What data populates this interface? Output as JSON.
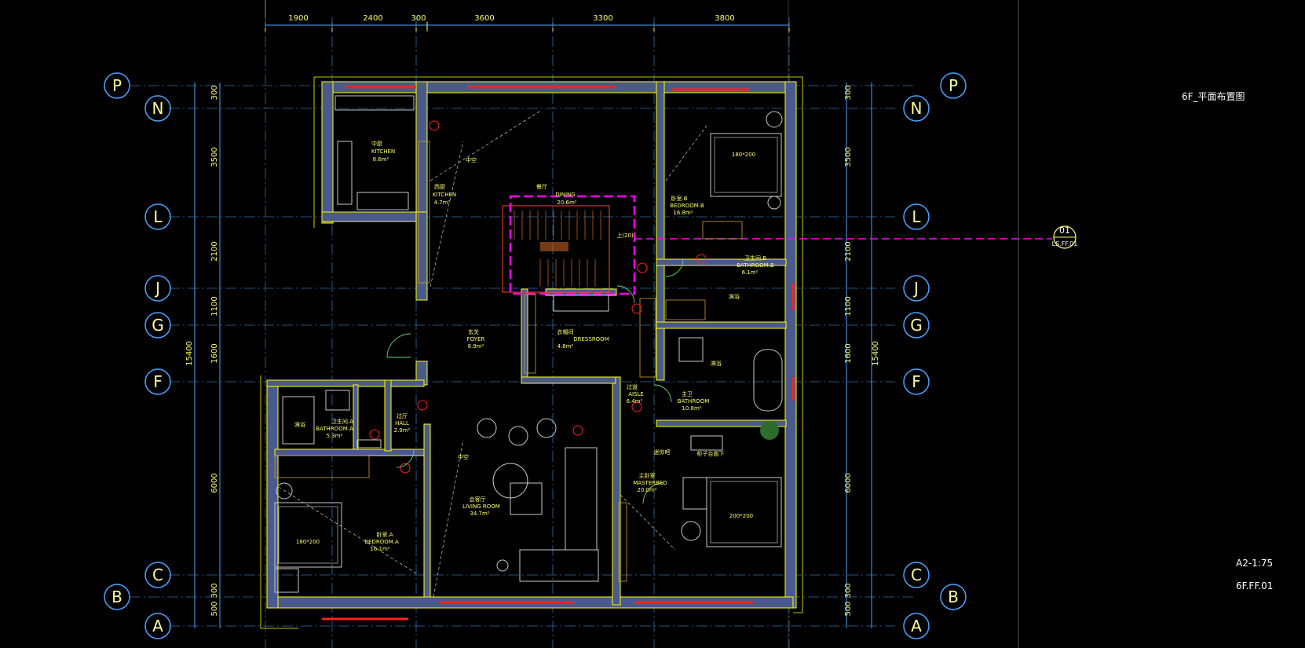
{
  "sheet": {
    "title": "6F_平面布置图",
    "scale": "A2-1:75",
    "drawing_no": "6F.FF.01"
  },
  "top_dims": [
    "1900",
    "2400",
    "300",
    "3600",
    "3300",
    "3800"
  ],
  "left_dims": [
    "300",
    "3500",
    "2100",
    "1100",
    "1600",
    "6000",
    "300",
    "500"
  ],
  "total_dim": "15400",
  "grid_left": [
    "P",
    "N",
    "L",
    "J",
    "G",
    "F",
    "C",
    "B",
    "A"
  ],
  "grid_right": [
    "P",
    "N",
    "L",
    "J",
    "G",
    "F",
    "C",
    "B",
    "A"
  ],
  "section_tag": {
    "num": "01",
    "ref": "LS.FF.01"
  },
  "rooms": {
    "kitchen_cn": "中厨",
    "kitchen_en": "KITCHEN",
    "kitchen_area": "8.6m²",
    "kitchen2_cn": "西厨",
    "kitchen2_en": "KITCHEN",
    "kitchen2_area": "4.7m²",
    "void1": "中空",
    "dining_cn": "餐厅",
    "dining_en": "DINING",
    "dining_area": "20.6m²",
    "bedB_cn": "卧室.B",
    "bedB_en": "BEDROOM.B",
    "bedB_area": "16.8m²",
    "bedB_bed": "180*200",
    "bathB_cn": "卫生间.B",
    "bathB_en": "BATHROOM.B",
    "bathB_area": "6.1m²",
    "shower": "淋浴",
    "foyer_cn": "玄关",
    "foyer_en": "FOYER",
    "foyer_area": "8.9m²",
    "dress_cn": "衣帽间",
    "dress_en": "DRESSROOM",
    "dress_area": "4.8m²",
    "aisle_cn": "过道",
    "aisle_en": "AISLE",
    "aisle_area": "6.4m²",
    "mbath_cn": "主卫",
    "mbath_en": "BATHROOM",
    "mbath_area": "10.8m²",
    "bathA_cn": "卫生间.A",
    "bathA_en": "BATHROOM.A",
    "bathA_area": "5.3m²",
    "hall_cn": "过厅",
    "hall_en": "HALL",
    "hall_area": "2.9m²",
    "void2": "中空",
    "living_cn": "会客厅",
    "living_en": "LIVING ROOM",
    "living_area": "34.7m²",
    "bedA_cn": "卧室.A",
    "bedA_en": "BEDROOM.A",
    "bedA_area": "16.1m²",
    "bedA_bed": "180*200",
    "master_cn": "主卧室",
    "master_en": "MASTERBED",
    "master_area": "20.0m²",
    "master_bed": "200*200",
    "minibar": "迷你吧",
    "under_counter": "柜子台面下",
    "stair_up": "上(20)"
  },
  "colors": {
    "background": "#000000",
    "wall": "#4a5a8c",
    "wall_outline": "#ffff00",
    "grid": "#2f6fa8",
    "dim": "#ffff66",
    "accent_magenta": "#ff00ff",
    "door_red": "#ff2020",
    "furniture": "#c8c8c8"
  }
}
